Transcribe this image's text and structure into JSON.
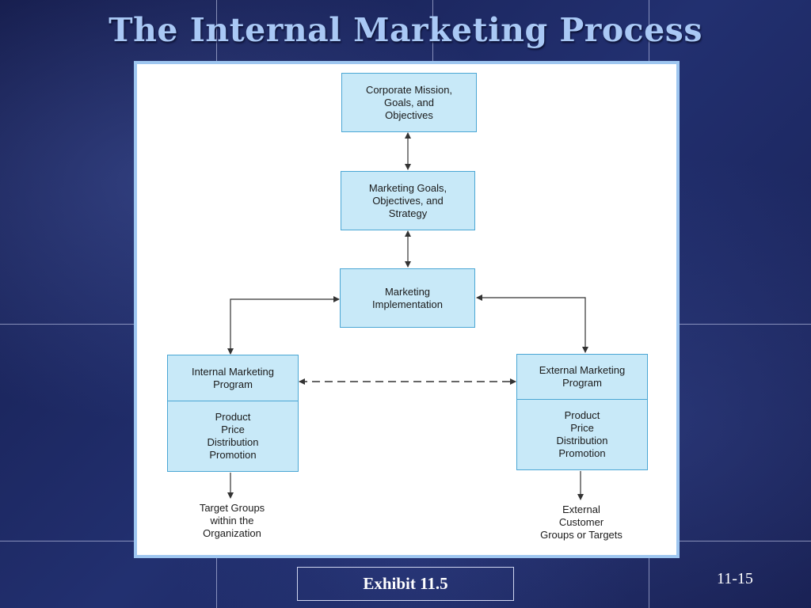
{
  "title": "The Internal Marketing Process",
  "nodes": {
    "corporate": "Corporate Mission,\nGoals, and\nObjectives",
    "marketing_goals": "Marketing Goals,\nObjectives, and\nStrategy",
    "implementation": "Marketing\nImplementation",
    "internal_head": "Internal Marketing\nProgram",
    "internal_body": "Product\nPrice\nDistribution\nPromotion",
    "external_head": "External Marketing\nProgram",
    "external_body": "Product\nPrice\nDistribution\nPromotion",
    "internal_target": "Target Groups\nwithin the\nOrganization",
    "external_target": "External\nCustomer\nGroups or Targets"
  },
  "footer": {
    "exhibit": "Exhibit 11.5",
    "page": "11-15"
  },
  "colors": {
    "box_fill": "#c8e9f8",
    "box_border": "#4aa6d4",
    "title": "#a9c8f5"
  }
}
